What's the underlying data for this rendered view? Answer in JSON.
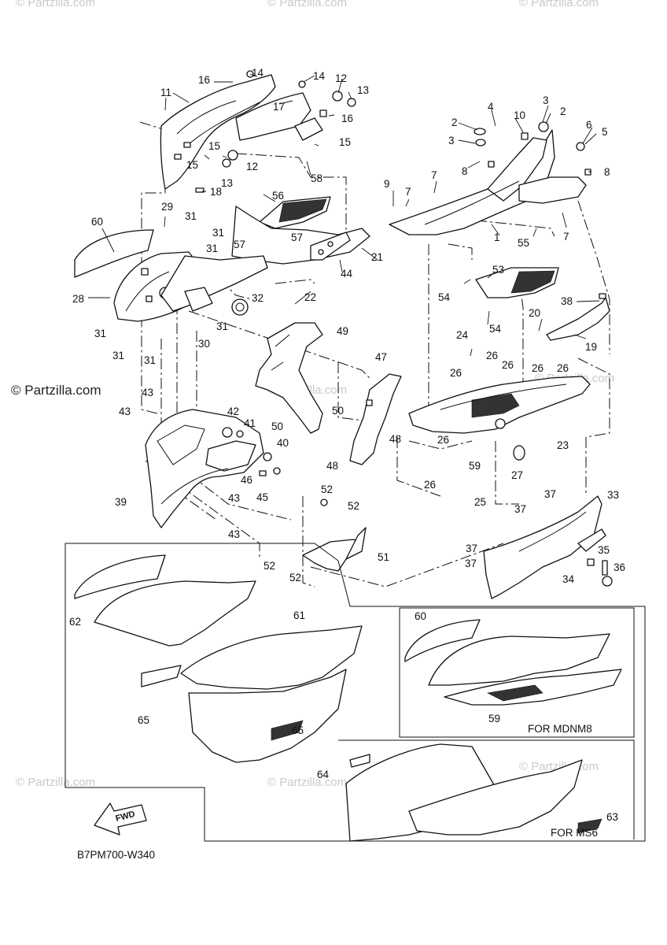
{
  "watermark": "© Partzilla.com",
  "brand_label": "© Partzilla.com",
  "diagram_code": "B7PM700-W340",
  "fwd_label": "FWD",
  "inset_mdnm8_label": "FOR MDNM8",
  "inset_ms6_label": "FOR MS6",
  "callouts": [
    {
      "id": "c1",
      "text": "1"
    },
    {
      "id": "c2a",
      "text": "2"
    },
    {
      "id": "c2b",
      "text": "2"
    },
    {
      "id": "c3a",
      "text": "3"
    },
    {
      "id": "c3b",
      "text": "3"
    },
    {
      "id": "c4",
      "text": "4"
    },
    {
      "id": "c5",
      "text": "5"
    },
    {
      "id": "c6",
      "text": "6"
    },
    {
      "id": "c7a",
      "text": "7"
    },
    {
      "id": "c7b",
      "text": "7"
    },
    {
      "id": "c7c",
      "text": "7"
    },
    {
      "id": "c8a",
      "text": "8"
    },
    {
      "id": "c8b",
      "text": "8"
    },
    {
      "id": "c9",
      "text": "9"
    },
    {
      "id": "c10",
      "text": "10"
    },
    {
      "id": "c11",
      "text": "11"
    },
    {
      "id": "c12a",
      "text": "12"
    },
    {
      "id": "c12b",
      "text": "12"
    },
    {
      "id": "c13a",
      "text": "13"
    },
    {
      "id": "c13b",
      "text": "13"
    },
    {
      "id": "c14a",
      "text": "14"
    },
    {
      "id": "c14b",
      "text": "14"
    },
    {
      "id": "c15a",
      "text": "15"
    },
    {
      "id": "c15b",
      "text": "15"
    },
    {
      "id": "c15c",
      "text": "15"
    },
    {
      "id": "c16a",
      "text": "16"
    },
    {
      "id": "c16b",
      "text": "16"
    },
    {
      "id": "c17",
      "text": "17"
    },
    {
      "id": "c18",
      "text": "18"
    },
    {
      "id": "c19",
      "text": "19"
    },
    {
      "id": "c20",
      "text": "20"
    },
    {
      "id": "c21",
      "text": "21"
    },
    {
      "id": "c22",
      "text": "22"
    },
    {
      "id": "c23",
      "text": "23"
    },
    {
      "id": "c24",
      "text": "24"
    },
    {
      "id": "c25",
      "text": "25"
    },
    {
      "id": "c26a",
      "text": "26"
    },
    {
      "id": "c26b",
      "text": "26"
    },
    {
      "id": "c26c",
      "text": "26"
    },
    {
      "id": "c26d",
      "text": "26"
    },
    {
      "id": "c26e",
      "text": "26"
    },
    {
      "id": "c26f",
      "text": "26"
    },
    {
      "id": "c26g",
      "text": "26"
    },
    {
      "id": "c27",
      "text": "27"
    },
    {
      "id": "c28",
      "text": "28"
    },
    {
      "id": "c29",
      "text": "29"
    },
    {
      "id": "c30",
      "text": "30"
    },
    {
      "id": "c31a",
      "text": "31"
    },
    {
      "id": "c31b",
      "text": "31"
    },
    {
      "id": "c31c",
      "text": "31"
    },
    {
      "id": "c31d",
      "text": "31"
    },
    {
      "id": "c31e",
      "text": "31"
    },
    {
      "id": "c31f",
      "text": "31"
    },
    {
      "id": "c31g",
      "text": "31"
    },
    {
      "id": "c32",
      "text": "32"
    },
    {
      "id": "c33",
      "text": "33"
    },
    {
      "id": "c34",
      "text": "34"
    },
    {
      "id": "c35",
      "text": "35"
    },
    {
      "id": "c36",
      "text": "36"
    },
    {
      "id": "c37a",
      "text": "37"
    },
    {
      "id": "c37b",
      "text": "37"
    },
    {
      "id": "c37c",
      "text": "37"
    },
    {
      "id": "c37d",
      "text": "37"
    },
    {
      "id": "c38",
      "text": "38"
    },
    {
      "id": "c39",
      "text": "39"
    },
    {
      "id": "c40",
      "text": "40"
    },
    {
      "id": "c41",
      "text": "41"
    },
    {
      "id": "c42",
      "text": "42"
    },
    {
      "id": "c43a",
      "text": "43"
    },
    {
      "id": "c43b",
      "text": "43"
    },
    {
      "id": "c43c",
      "text": "43"
    },
    {
      "id": "c43d",
      "text": "43"
    },
    {
      "id": "c44",
      "text": "44"
    },
    {
      "id": "c45",
      "text": "45"
    },
    {
      "id": "c46",
      "text": "46"
    },
    {
      "id": "c47",
      "text": "47"
    },
    {
      "id": "c48a",
      "text": "48"
    },
    {
      "id": "c48b",
      "text": "48"
    },
    {
      "id": "c49",
      "text": "49"
    },
    {
      "id": "c50a",
      "text": "50"
    },
    {
      "id": "c50b",
      "text": "50"
    },
    {
      "id": "c51",
      "text": "51"
    },
    {
      "id": "c52a",
      "text": "52"
    },
    {
      "id": "c52b",
      "text": "52"
    },
    {
      "id": "c52c",
      "text": "52"
    },
    {
      "id": "c52d",
      "text": "52"
    },
    {
      "id": "c53",
      "text": "53"
    },
    {
      "id": "c54a",
      "text": "54"
    },
    {
      "id": "c54b",
      "text": "54"
    },
    {
      "id": "c55",
      "text": "55"
    },
    {
      "id": "c56",
      "text": "56"
    },
    {
      "id": "c57a",
      "text": "57"
    },
    {
      "id": "c57b",
      "text": "57"
    },
    {
      "id": "c58",
      "text": "58"
    },
    {
      "id": "c59a",
      "text": "59"
    },
    {
      "id": "c59b",
      "text": "59"
    },
    {
      "id": "c60a",
      "text": "60"
    },
    {
      "id": "c60b",
      "text": "60"
    },
    {
      "id": "c61",
      "text": "61"
    },
    {
      "id": "c62",
      "text": "62"
    },
    {
      "id": "c63",
      "text": "63"
    },
    {
      "id": "c64",
      "text": "64"
    },
    {
      "id": "c65a",
      "text": "65"
    },
    {
      "id": "c65b",
      "text": "65"
    }
  ]
}
